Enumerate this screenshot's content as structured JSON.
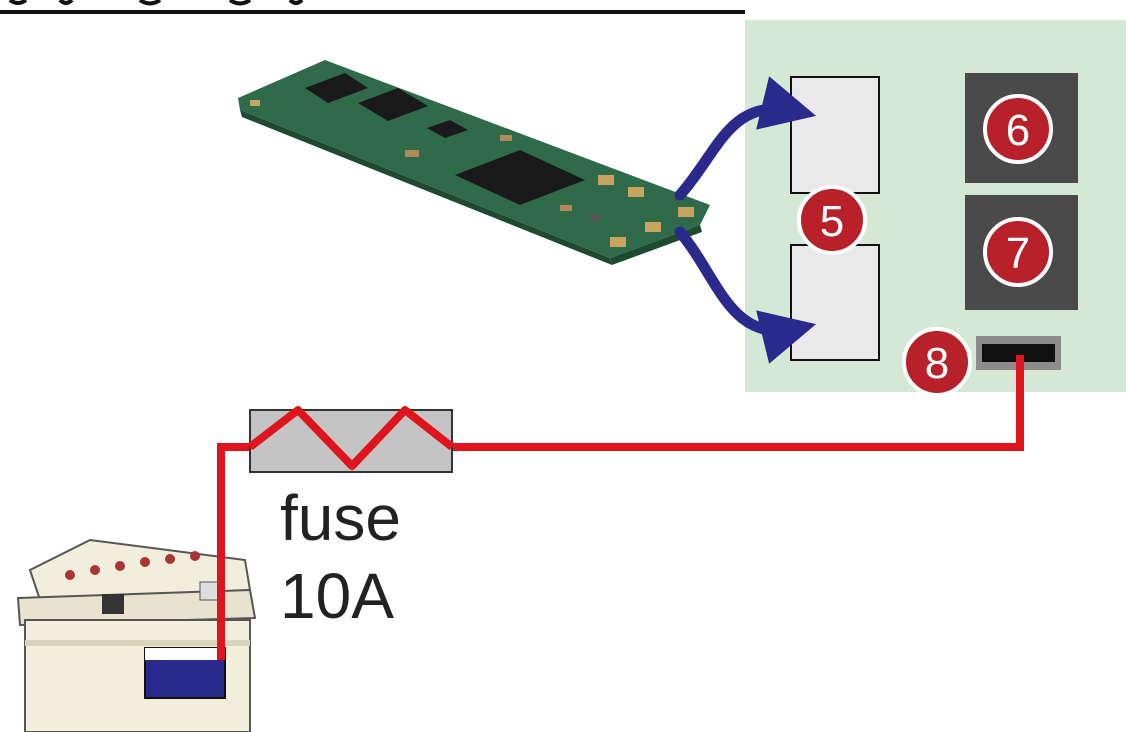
{
  "fuse": {
    "label_line1": "fuse",
    "label_line2": "10A"
  },
  "markers": {
    "m5": "5",
    "m6": "6",
    "m7": "7",
    "m8": "8"
  },
  "colors": {
    "panel": "#d5e8d6",
    "wire_red": "#e0141c",
    "arrow_blue": "#2a2a8c",
    "marker_red": "#b8202a",
    "dark_button": "#4a4a4a",
    "slot_grey": "#e9e9e9",
    "pcb_green": "#2f6b4a",
    "battery_body": "#f1eedc",
    "battery_label": "#2a2a8c"
  },
  "icons": {
    "pcb": "battery-protection-board-icon",
    "battery": "car-battery-icon",
    "fuse": "fuse-icon"
  }
}
